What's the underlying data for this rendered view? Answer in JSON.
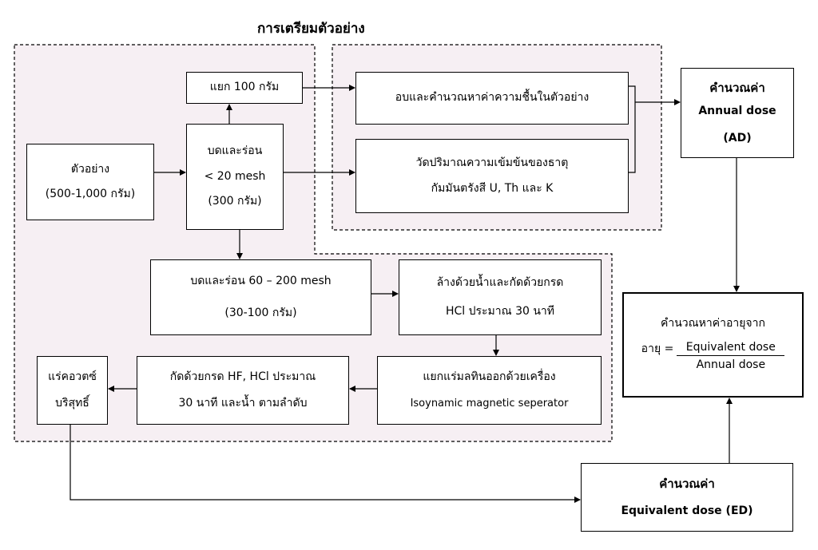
{
  "section_title": "การเตรียมตัวอย่าง",
  "boxes": {
    "sample": {
      "line1": "ตัวอย่าง",
      "line2": "(500-1,000 กรัม)"
    },
    "split100": {
      "line1": "แยก 100 กรัม"
    },
    "crush20": {
      "line1": "บดและร่อน",
      "line2": "< 20 mesh",
      "line3": "(300 กรัม)"
    },
    "moisture": {
      "line1": "อบและคำนวณหาค่าความชื้นในตัวอย่าง"
    },
    "radiometric": {
      "line1": "วัดปริมาณความเข้มข้นของธาตุ",
      "line2": "กัมมันตรังสี U, Th และ K"
    },
    "annual_dose": {
      "line1": "คำนวณค่า",
      "line2": "Annual dose",
      "line3": "(AD)"
    },
    "crush60": {
      "line1": "บดและร่อน 60 – 200 mesh",
      "line2": "(30-100 กรัม)"
    },
    "wash": {
      "line1": "ล้างด้วยน้ำและกัดด้วยกรด",
      "line2": "HCl ประมาณ 30 นาที"
    },
    "magnetic": {
      "line1": "แยกแร่มลทินออกด้วยเครื่อง",
      "line2": "Isoynamic magnetic seperator"
    },
    "hf_etch": {
      "line1": "กัดด้วยกรด HF, HCl ประมาณ",
      "line2": "30 นาที และน้ำ ตามลำดับ"
    },
    "quartz": {
      "line1": "แร่คอวตซ์",
      "line2": "บริสุทธิ์"
    },
    "age": {
      "line1": "คำนวณหาค่าอายุจาก",
      "lhs": "อายุ =",
      "numerator": "Equivalent dose",
      "denominator": "Annual dose"
    },
    "equiv_dose": {
      "line1": "คำนวณค่า",
      "line2": "Equivalent dose (ED)"
    }
  }
}
